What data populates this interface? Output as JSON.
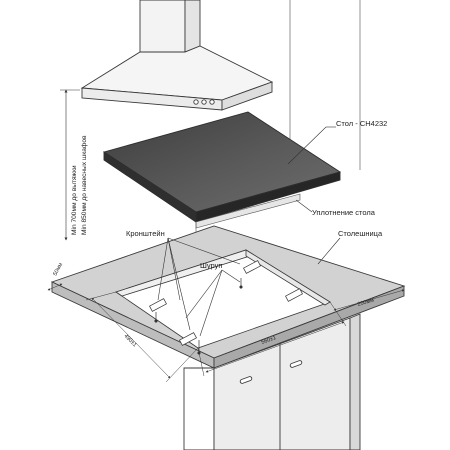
{
  "labels": {
    "hob": "Стол - CH4232",
    "seal": "Уплотнение стола",
    "countertop": "Столешница",
    "bracket": "Кронштейн",
    "screw": "Шуруп"
  },
  "vertical_notes": {
    "hood_clearance": "Min 700мм до вытяжки",
    "cabinet_clearance": "Min 850мм до навесных шкафов"
  },
  "dimensions": {
    "front_gap": "50мм",
    "cutout_width": "560±1",
    "cutout_depth": "490±1",
    "back_gap": "200мм"
  },
  "colors": {
    "line": "#3a3a3a",
    "hob_glass": "#4a4a4a",
    "countertop": "#d0d0d0",
    "cabinet": "#ececec",
    "hood": "#f3f3f3"
  }
}
